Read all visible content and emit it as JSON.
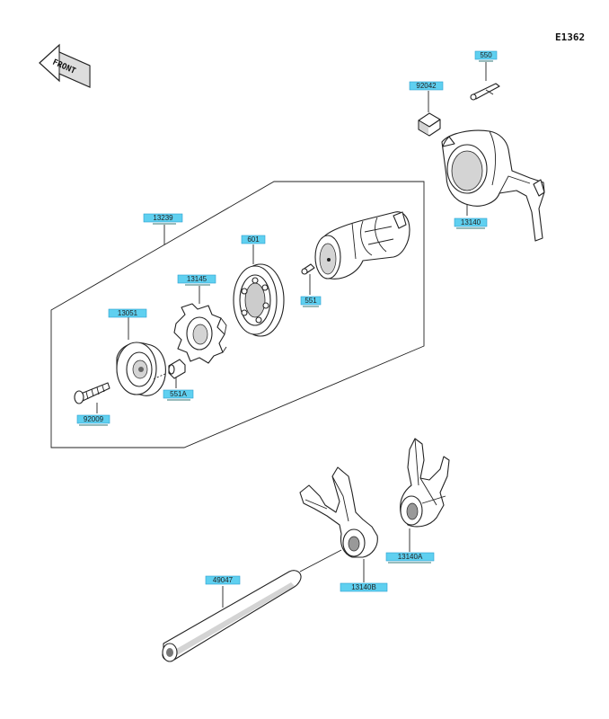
{
  "diagram_code": "E1362",
  "front_label": "FRONT",
  "parts": {
    "p550": "550",
    "p92042": "92042",
    "p13140": "13140",
    "p13239": "13239",
    "p601": "601",
    "p13145": "13145",
    "p551": "551",
    "p13051": "13051",
    "p551A": "551A",
    "p92009": "92009",
    "p49047": "49047",
    "p13140B": "13140B",
    "p13140A": "13140A"
  },
  "colors": {
    "label_fill": "#5fd0f0",
    "label_stroke": "#2a9fd0",
    "line": "#222222"
  }
}
